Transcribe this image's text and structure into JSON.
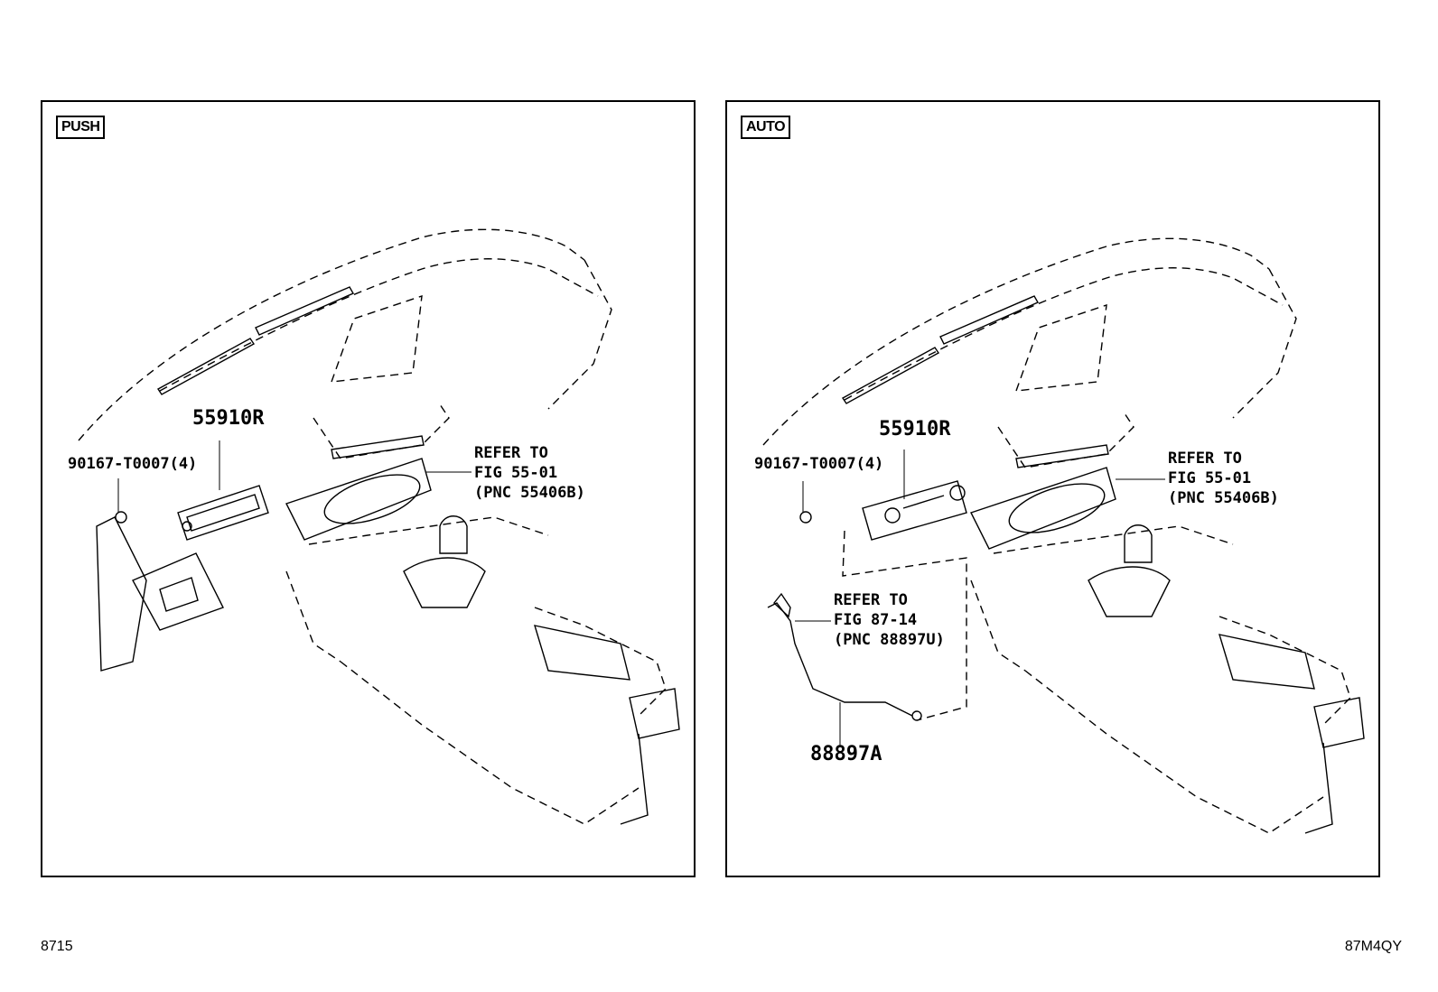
{
  "panels": [
    {
      "badge": "PUSH",
      "labels": {
        "part_main": "55910R",
        "part_screw": "90167-T0007(4)",
        "refer_a": [
          "REFER TO",
          "FIG 55-01",
          "(PNC 55406B)"
        ]
      }
    },
    {
      "badge": "AUTO",
      "labels": {
        "part_main": "55910R",
        "part_screw": "90167-T0007(4)",
        "refer_a": [
          "REFER TO",
          "FIG 55-01",
          "(PNC 55406B)"
        ],
        "refer_b": [
          "REFER TO",
          "FIG 87-14",
          "(PNC 88897U)"
        ],
        "part_hose": "88897A"
      }
    }
  ],
  "footer": {
    "left_code": "8715",
    "right_code": "87M4QY"
  }
}
